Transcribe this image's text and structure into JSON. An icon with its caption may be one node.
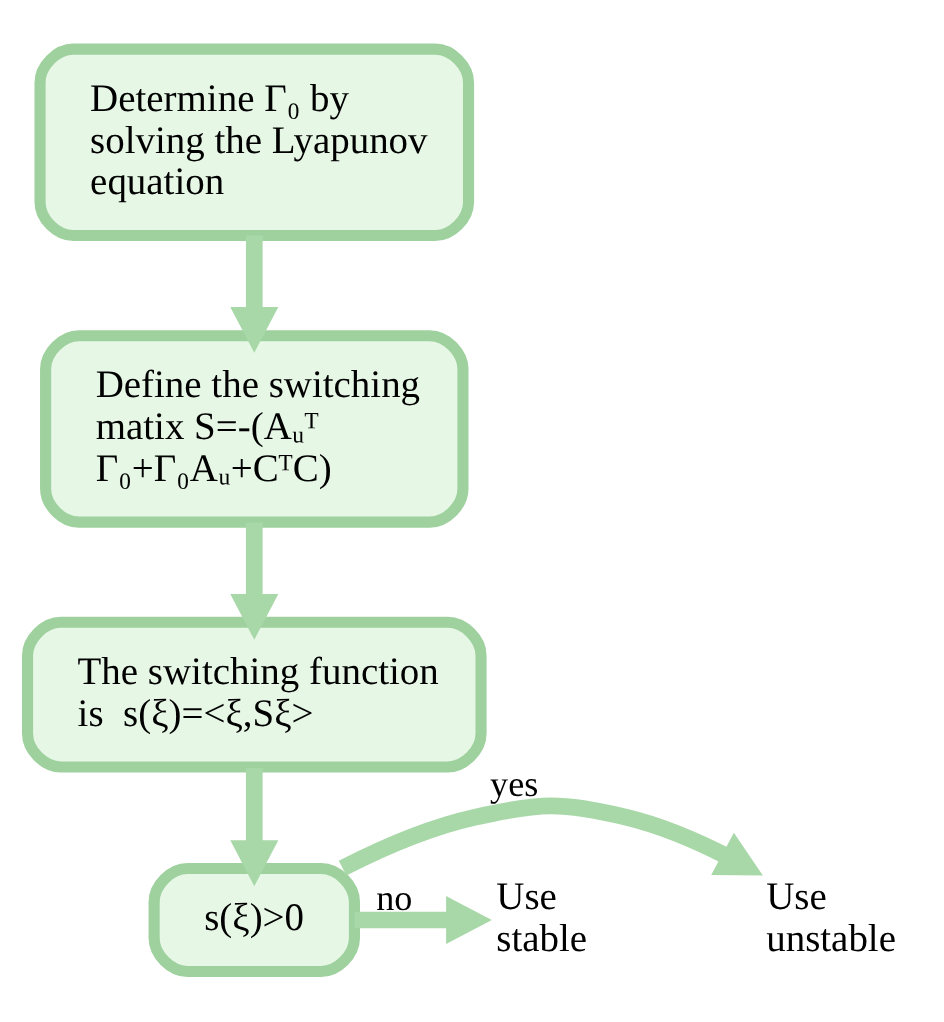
{
  "diagram": {
    "nodes": [
      {
        "text": [
          "Determine Γ₀ by solving the Lyapunov equation"
        ]
      },
      {
        "text": [
          "Define the switching matix S=-(Aᵤᵀ Γ₀+Γ₀Aᵤ+CᵀC)"
        ]
      },
      {
        "text": [
          "The switching function is  s(ξ)=<ξ,Sξ>"
        ]
      },
      {
        "text": [
          "s(ξ)>0"
        ]
      },
      {
        "text": [
          "Use unstable"
        ]
      },
      {
        "text": [
          "Use stable"
        ]
      }
    ],
    "edges": [
      {
        "from": 0,
        "to": 1,
        "arrow": "to"
      },
      {
        "from": 1,
        "to": 2,
        "arrow": "to"
      },
      {
        "from": 2,
        "to": 3,
        "arrow": "to"
      },
      {
        "from": 3,
        "to": 4,
        "arrow": "to",
        "label": "yes"
      },
      {
        "from": 3,
        "to": 5,
        "arrow": "to",
        "label": "no"
      }
    ]
  }
}
